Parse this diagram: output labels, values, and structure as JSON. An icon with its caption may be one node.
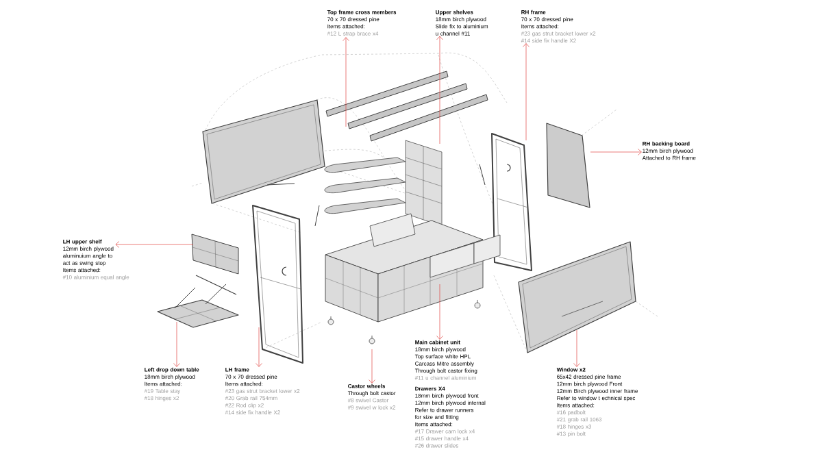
{
  "diagram": {
    "nodes": [
      {
        "text": [
          "Top frame cross members",
          "70 x 70 dressed pine",
          "Items attached:",
          "#12 L strap brace x4"
        ]
      },
      {
        "text": [
          "Upper shelves",
          "18mm birch plywood",
          "Slide fix to aluminium u channel #11"
        ]
      },
      {
        "text": [
          "RH frame",
          "70 x 70 dressed pine",
          "Items attached:",
          "#23 gas strut bracket lower x2",
          "#14 side fix handle X2"
        ]
      },
      {
        "text": [
          "RH backing board",
          "12mm birch plywood",
          "Attached to RH frame"
        ]
      },
      {
        "text": [
          "LH upper shelf",
          "12mm birch plywood",
          "aluminuium angle to act as swing stop",
          "Items attached:",
          "#10 aluminium equal angle"
        ]
      },
      {
        "text": [
          "Left drop down table",
          "18mm birch plywood",
          "Items attached:",
          "#19 Table stay",
          "#18 hinges x2"
        ]
      },
      {
        "text": [
          "LH frame",
          "70 x 70 dressed pine",
          "Items attached:",
          "#23 gas strut bracket lower x2",
          "#20 Grab rail 754mm",
          "#22 Rod clip x2",
          "#14 side fix handle X2"
        ]
      },
      {
        "text": [
          "Castor wheels",
          "Through bolt castor",
          "#8 swivel Castor",
          "#9 swivel w lock x2"
        ]
      },
      {
        "text": [
          "Main cabinet unit",
          "18mm birch plywood",
          "Top surface white HPL",
          "Carcass Mitre assembly",
          "Through bolt castor fixing",
          "#11 u channel aluminium"
        ]
      },
      {
        "text": [
          "Drawers X4",
          "18mm birch plywood front",
          "12mm birch plywood internal",
          "Refer to drawer runners for size and fitting",
          "Items attached:",
          "#17 Drawer cam lock x4",
          "#15 drawer handle x4",
          "#26 drawer slides"
        ]
      },
      {
        "text": [
          "Window x2",
          "65x42 dressed pine frame",
          "12mm birch plywood Front",
          "12mm Birch plywood inner frame",
          "Refer to window t echnical spec",
          "Items attached:",
          "#16 padbolt",
          "#21 grab rail 1063",
          "#18 hinges x3",
          "#13 pin bolt"
        ]
      }
    ],
    "edges": [
      {
        "from": null,
        "to": 0,
        "arrow": "to"
      },
      {
        "from": null,
        "to": 1,
        "arrow": "to"
      },
      {
        "from": null,
        "to": 2,
        "arrow": "to"
      },
      {
        "from": null,
        "to": 3,
        "arrow": "to"
      },
      {
        "from": null,
        "to": 4,
        "arrow": "to"
      },
      {
        "from": null,
        "to": 5,
        "arrow": "to"
      },
      {
        "from": null,
        "to": 6,
        "arrow": "to"
      },
      {
        "from": null,
        "to": 7,
        "arrow": "to"
      },
      {
        "from": null,
        "to": 8,
        "arrow": "to"
      },
      {
        "from": null,
        "to": 10,
        "arrow": "to"
      }
    ]
  }
}
